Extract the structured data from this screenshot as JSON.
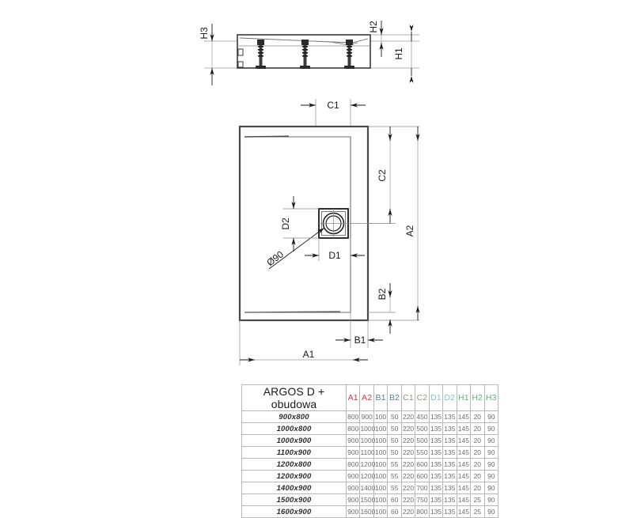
{
  "sheet": {
    "background": "#ffffff",
    "accents": {
      "a": "#d0393e",
      "b": "#5a7fa8",
      "c": "#9c8e84",
      "d": "#79c3de",
      "h": "#63b570",
      "line": "#3a3a3a",
      "thin_line": "#8a8a8a"
    }
  },
  "elevation": {
    "labels": {
      "h3": "H3",
      "h2": "H2",
      "h1": "H1"
    },
    "leg_count": 3
  },
  "plan": {
    "labels": {
      "c1": "C1",
      "c2": "C2",
      "a1": "A1",
      "a2": "A2",
      "b1": "B1",
      "b2": "B2",
      "d1": "D1",
      "d2": "D2",
      "drain_diameter": "Ø90"
    }
  },
  "table": {
    "title": "ARGOS D + obudowa",
    "columns": [
      {
        "key": "A1",
        "label": "A1",
        "accent": "a"
      },
      {
        "key": "A2",
        "label": "A2",
        "accent": "a"
      },
      {
        "key": "B1",
        "label": "B1",
        "accent": "b"
      },
      {
        "key": "B2",
        "label": "B2",
        "accent": "b"
      },
      {
        "key": "C1",
        "label": "C1",
        "accent": "c"
      },
      {
        "key": "C2",
        "label": "C2",
        "accent": "c"
      },
      {
        "key": "D1",
        "label": "D1",
        "accent": "d"
      },
      {
        "key": "D2",
        "label": "D2",
        "accent": "d"
      },
      {
        "key": "H1",
        "label": "H1",
        "accent": "h"
      },
      {
        "key": "H2",
        "label": "H2",
        "accent": "h"
      },
      {
        "key": "H3",
        "label": "H3",
        "accent": "h"
      }
    ],
    "rows": [
      {
        "name": "900x800",
        "values": [
          "800",
          "900",
          "100",
          "50",
          "220",
          "450",
          "135",
          "135",
          "145",
          "20",
          "90"
        ]
      },
      {
        "name": "1000x800",
        "values": [
          "800",
          "1000",
          "100",
          "50",
          "220",
          "500",
          "135",
          "135",
          "145",
          "20",
          "90"
        ]
      },
      {
        "name": "1000x900",
        "values": [
          "900",
          "1000",
          "100",
          "50",
          "220",
          "500",
          "135",
          "135",
          "145",
          "20",
          "90"
        ]
      },
      {
        "name": "1100x900",
        "values": [
          "900",
          "1100",
          "100",
          "50",
          "220",
          "550",
          "135",
          "135",
          "145",
          "20",
          "90"
        ]
      },
      {
        "name": "1200x800",
        "values": [
          "800",
          "1200",
          "100",
          "55",
          "220",
          "600",
          "135",
          "135",
          "145",
          "20",
          "90"
        ]
      },
      {
        "name": "1200x900",
        "values": [
          "900",
          "1200",
          "100",
          "55",
          "220",
          "600",
          "135",
          "135",
          "145",
          "20",
          "90"
        ]
      },
      {
        "name": "1400x900",
        "values": [
          "900",
          "1400",
          "100",
          "55",
          "220",
          "700",
          "135",
          "135",
          "145",
          "20",
          "90"
        ]
      },
      {
        "name": "1500x900",
        "values": [
          "900",
          "1500",
          "100",
          "60",
          "220",
          "750",
          "135",
          "135",
          "145",
          "25",
          "90"
        ]
      },
      {
        "name": "1600x900",
        "values": [
          "900",
          "1600",
          "100",
          "60",
          "220",
          "800",
          "135",
          "135",
          "145",
          "25",
          "90"
        ]
      }
    ]
  }
}
